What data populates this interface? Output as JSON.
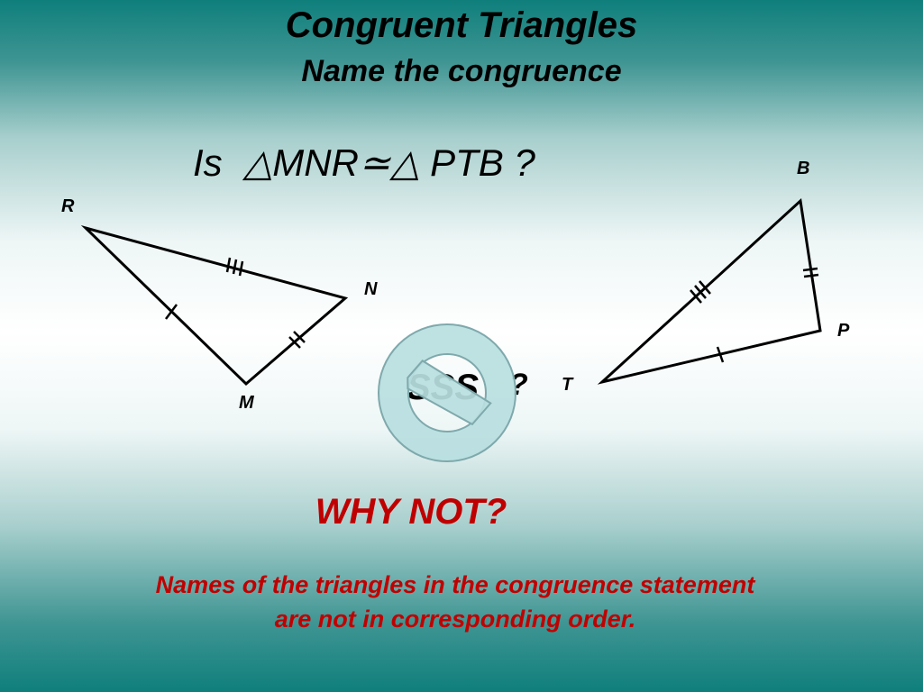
{
  "slide": {
    "title": "Congruent Triangles",
    "subtitle": "Name the congruence",
    "question": "Is  △MNR≃△ PTB ?",
    "postulate": "SSS",
    "postulate_mark": "?",
    "why_not": "WHY NOT?",
    "explanation_line1": "Names of the triangles in the congruence statement",
    "explanation_line2": "are not in corresponding order."
  },
  "vertices": {
    "R": "R",
    "N": "N",
    "M": "M",
    "B": "B",
    "P": "P",
    "T": "T"
  },
  "colors": {
    "background_edge": "#0f7f7c",
    "background_center": "#ffffff",
    "answer_text": "#c00000",
    "no_sign_fill": "#b8dee0",
    "no_sign_stroke": "#7fa9ac"
  }
}
